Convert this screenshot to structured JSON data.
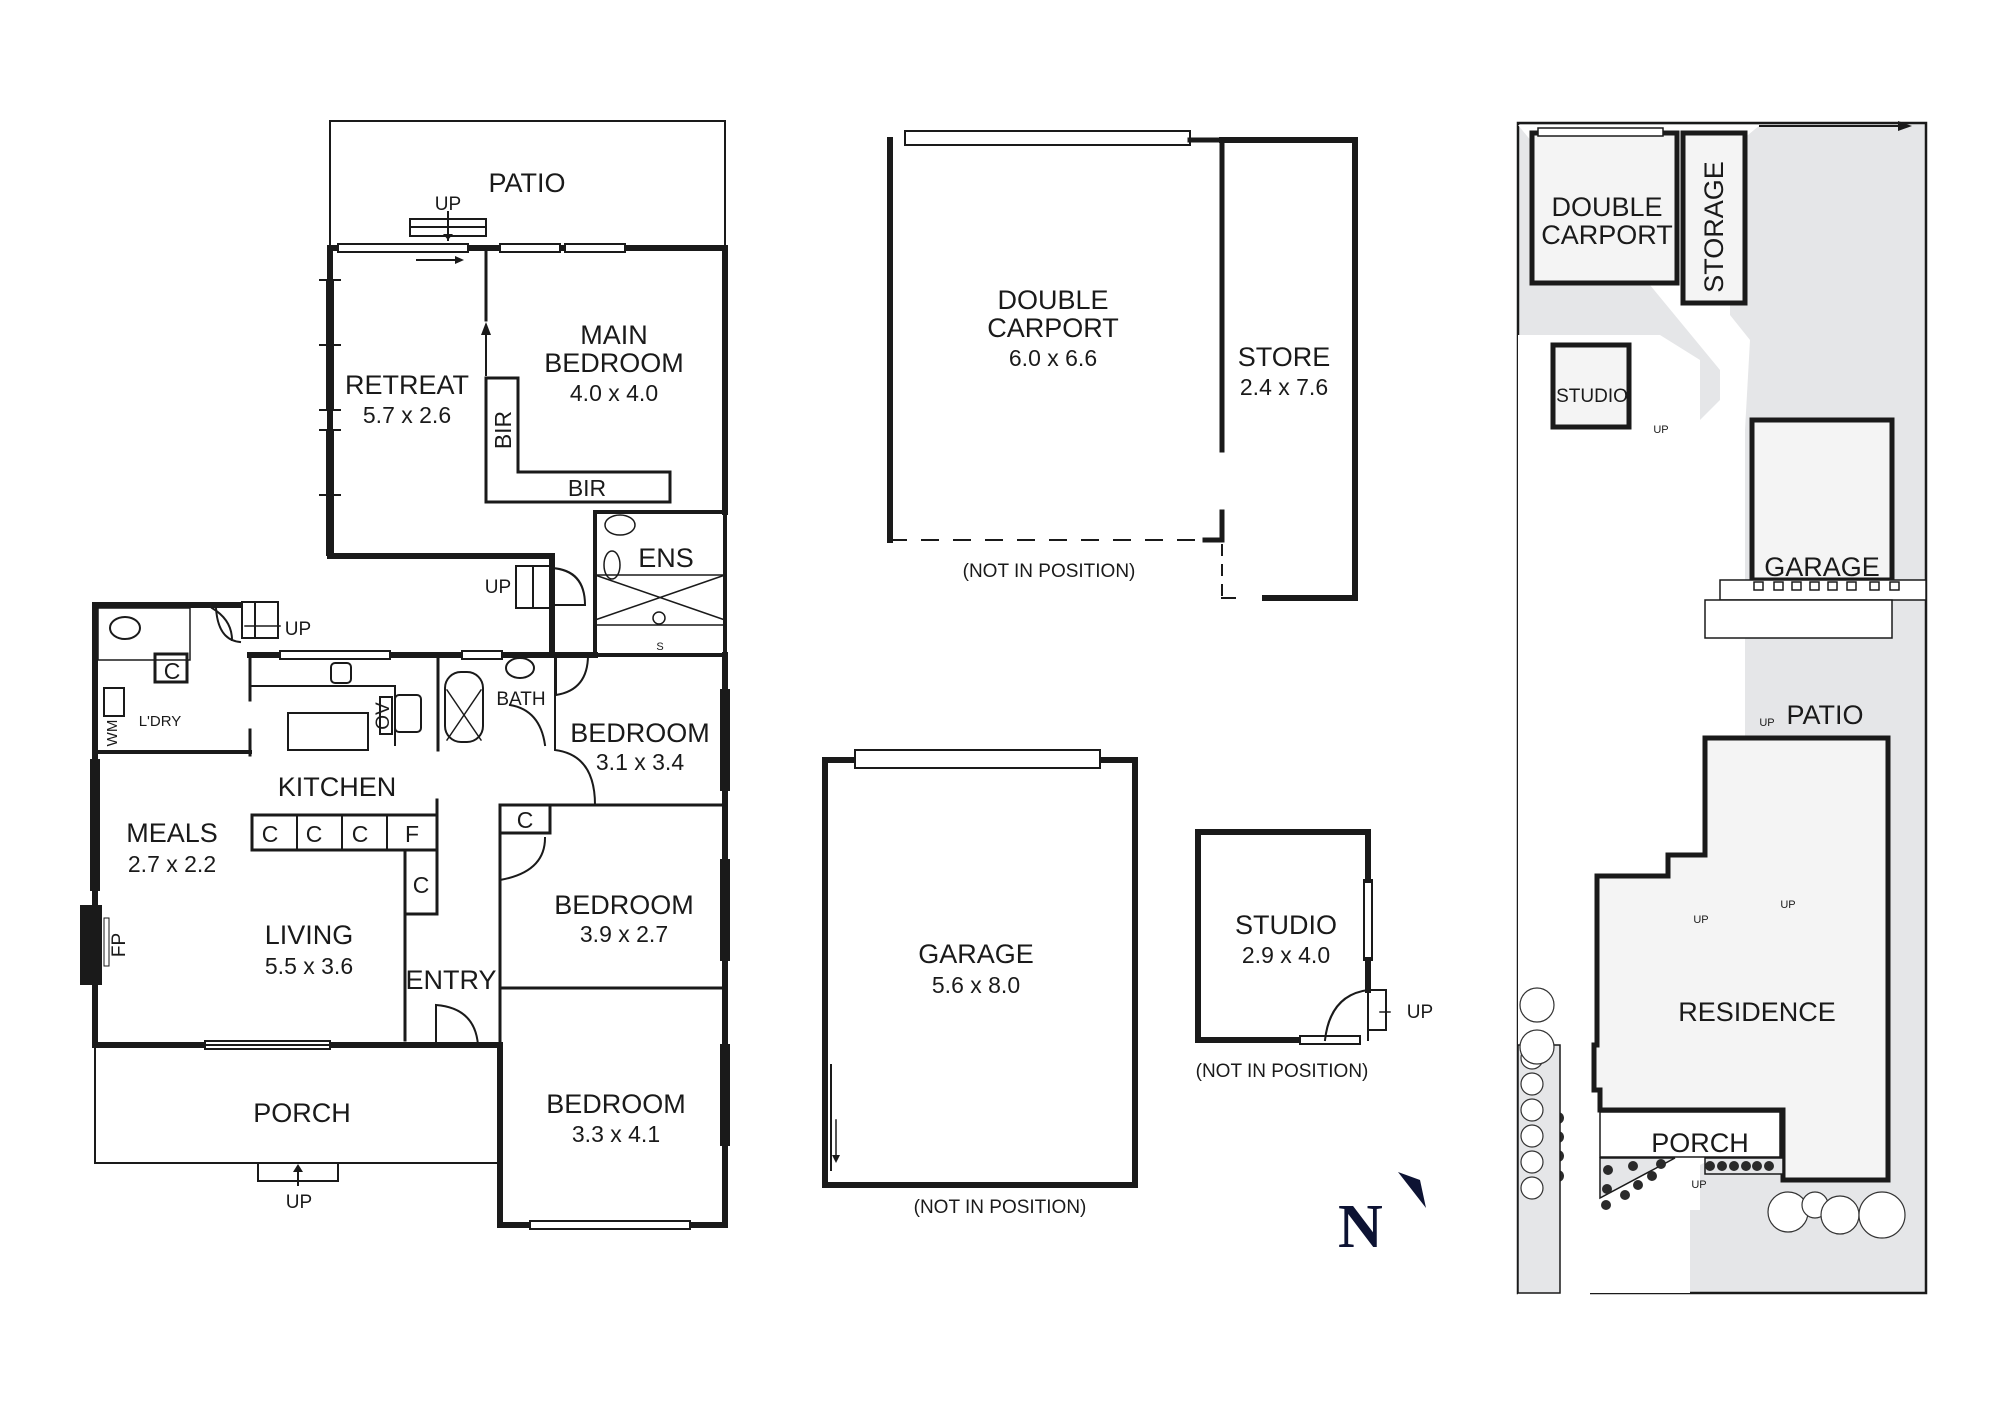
{
  "floor_plan": {
    "rooms": {
      "patio": {
        "name": "PATIO"
      },
      "retreat": {
        "name": "RETREAT",
        "dims": "5.7 x 2.6"
      },
      "main_bedroom": {
        "name": "MAIN\nBEDROOM",
        "name_l1": "MAIN",
        "name_l2": "BEDROOM",
        "dims": "4.0 x 4.0"
      },
      "bir_vertical": {
        "name": "BIR"
      },
      "bir_horizontal": {
        "name": "BIR"
      },
      "ens": {
        "name": "ENS",
        "shower_label": "S"
      },
      "laundry": {
        "name": "L'DRY",
        "wm": "WM",
        "cupboard": "C"
      },
      "kitchen": {
        "name": "KITCHEN",
        "oven": "OV",
        "cupboards": [
          "C",
          "C",
          "C",
          "F"
        ],
        "cupboard_side": "C"
      },
      "bath": {
        "name": "BATH"
      },
      "bedroom_2": {
        "name": "BEDROOM",
        "dims": "3.1 x 3.4"
      },
      "hall_cupboard": {
        "name": "C"
      },
      "meals": {
        "name": "MEALS",
        "dims": "2.7 x 2.2"
      },
      "living": {
        "name": "LIVING",
        "dims": "5.5 x 3.6",
        "fireplace": "FP"
      },
      "bedroom_3": {
        "name": "BEDROOM",
        "dims": "3.9 x 2.7"
      },
      "entry": {
        "name": "ENTRY"
      },
      "porch": {
        "name": "PORCH"
      },
      "bedroom_4": {
        "name": "BEDROOM",
        "dims": "3.3 x 4.1"
      }
    },
    "stairs": {
      "patio_up": "UP",
      "side_up": "UP",
      "laundry_up": "UP",
      "porch_up": "UP"
    }
  },
  "outbuildings": {
    "double_carport": {
      "name_l1": "DOUBLE",
      "name_l2": "CARPORT",
      "dims": "6.0 x 6.6",
      "note": "(NOT IN POSITION)"
    },
    "store": {
      "name": "STORE",
      "dims": "2.4 x 7.6"
    },
    "garage": {
      "name": "GARAGE",
      "dims": "5.6 x 8.0",
      "note": "(NOT IN POSITION)"
    },
    "studio": {
      "name": "STUDIO",
      "dims": "2.9 x 4.0",
      "note": "(NOT IN POSITION)",
      "up": "UP"
    }
  },
  "compass": {
    "label": "N",
    "color": "#0d1333"
  },
  "site_plan": {
    "double_carport": {
      "name_l1": "DOUBLE",
      "name_l2": "CARPORT"
    },
    "storage": {
      "name": "STORAGE"
    },
    "studio": {
      "name": "STUDIO",
      "up": "UP"
    },
    "garage": {
      "name": "GARAGE"
    },
    "patio": {
      "name": "PATIO",
      "up": "UP"
    },
    "residence": {
      "name": "RESIDENCE",
      "up_left": "UP",
      "up_right": "UP"
    },
    "porch": {
      "name": "PORCH",
      "up": "UP"
    },
    "colors": {
      "ground": "#e5e6e8",
      "building": "#f4f4f4",
      "path": "#ffffff",
      "wall": "#1a1a1a"
    }
  }
}
